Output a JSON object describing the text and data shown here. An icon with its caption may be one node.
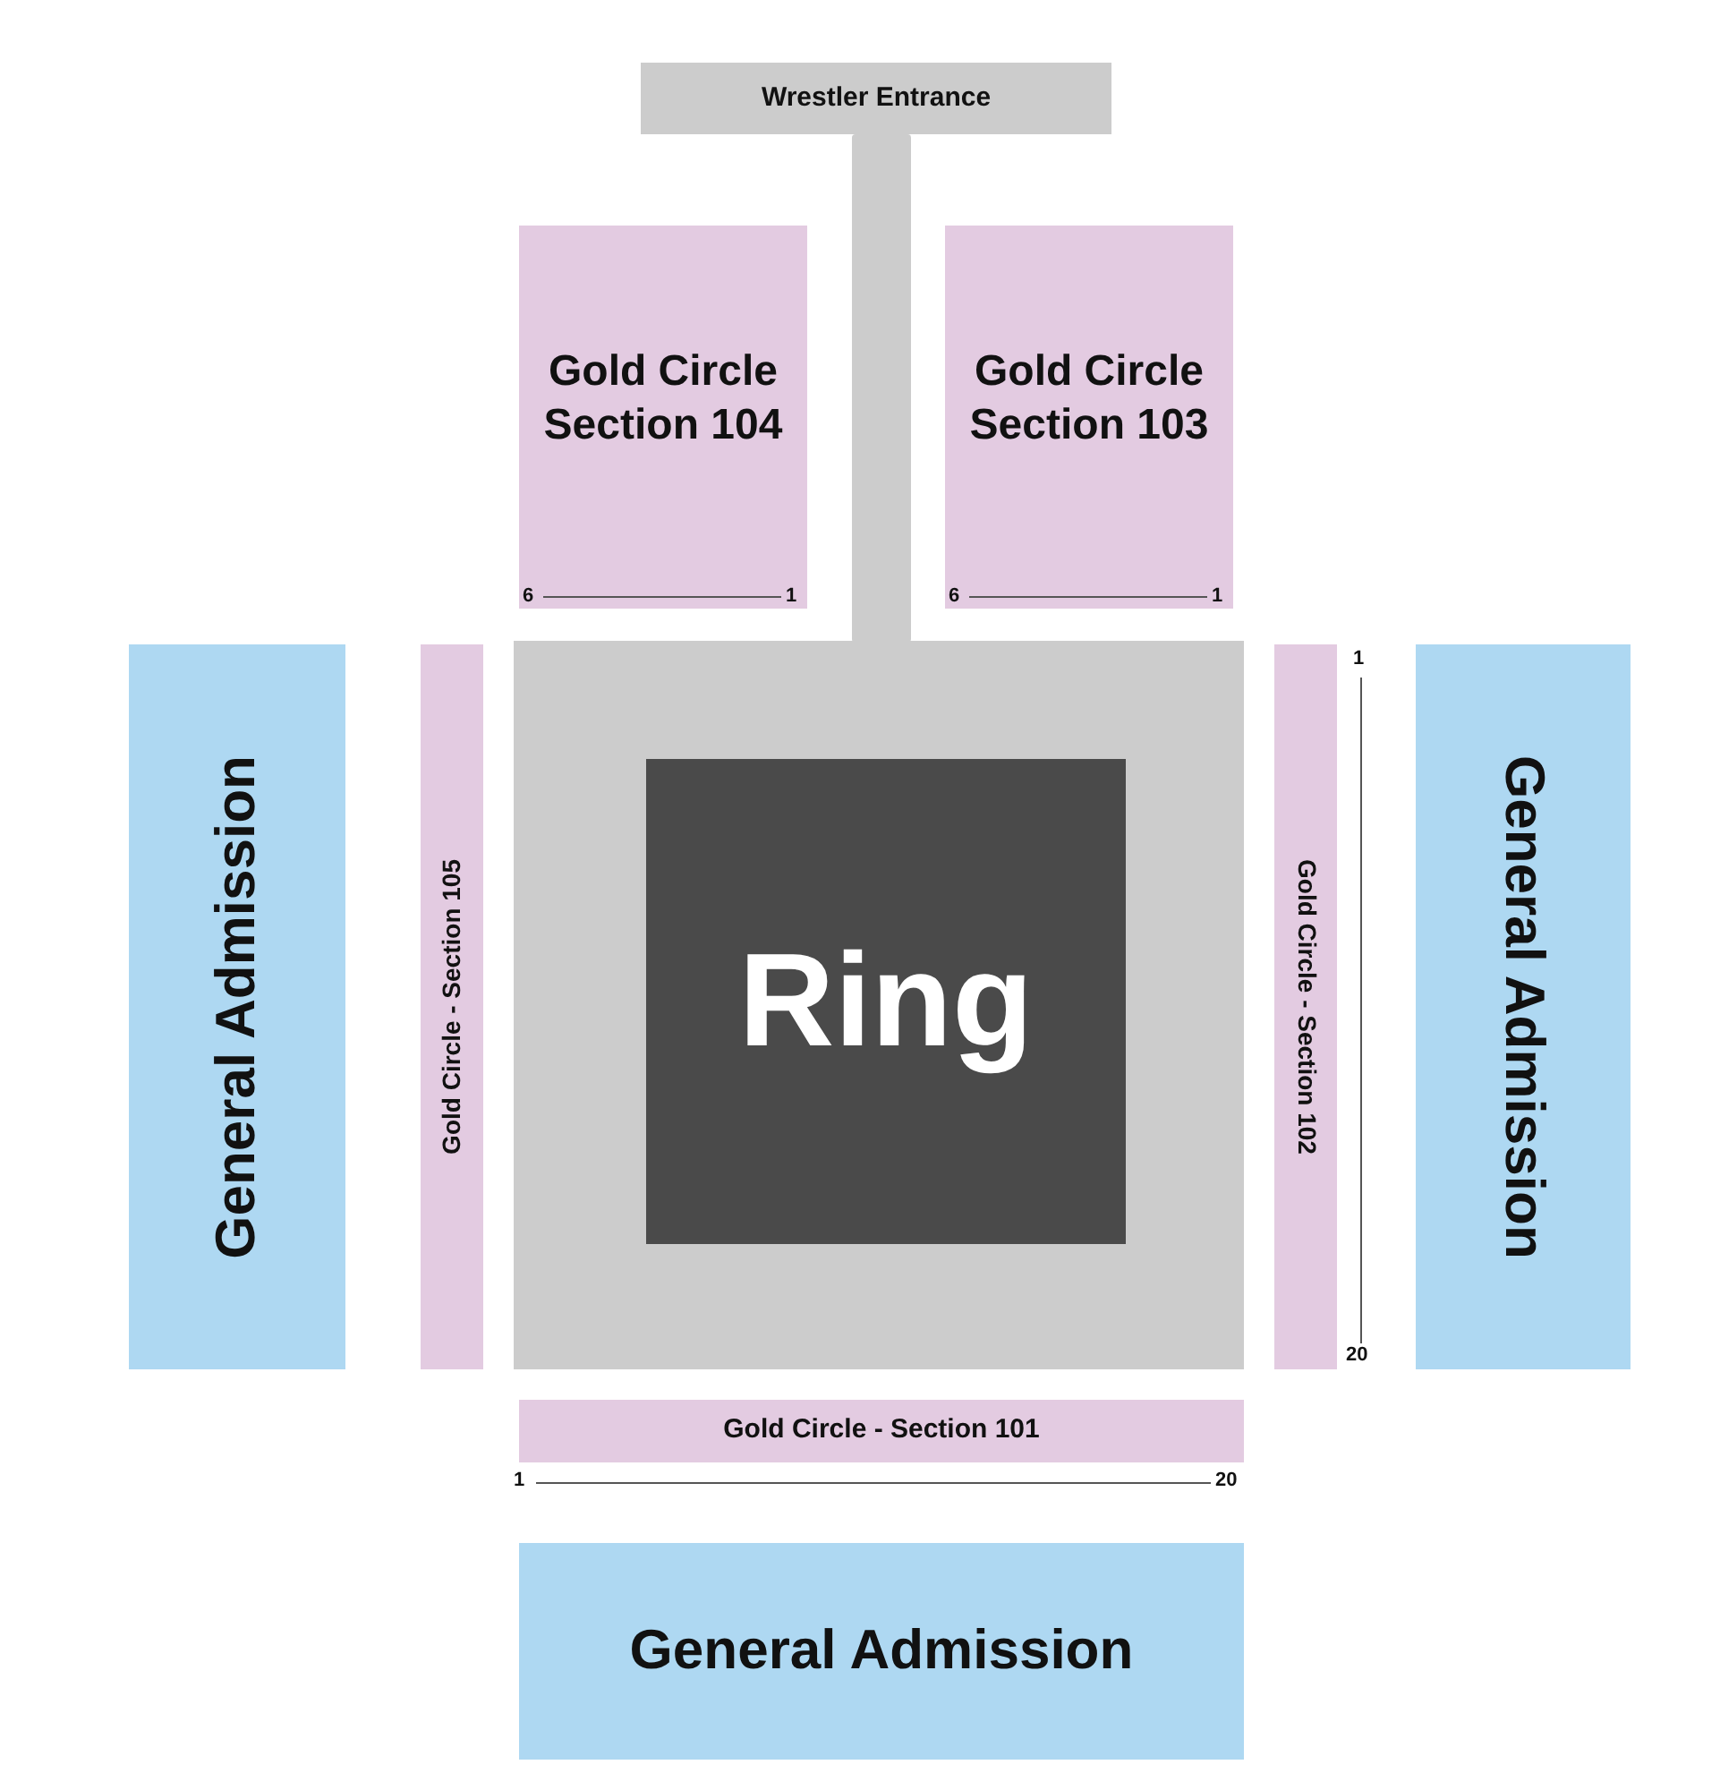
{
  "diagram": {
    "nodes": [
      {
        "text": [
          "Wrestler Entrance"
        ]
      },
      {
        "text": [],
        "shape": "bar"
      },
      {
        "text": [
          "Gold Circle Section 104"
        ]
      },
      {
        "text": [
          "Gold Circle Section 103"
        ]
      },
      {
        "text": [
          "General Admission"
        ]
      },
      {
        "text": [
          "Gold Circle - Section 105"
        ]
      },
      {
        "text": [],
        "shape": "box"
      },
      {
        "text": [
          "Ring"
        ],
        "in": 6
      },
      {
        "text": [
          "Gold Circle - Section 102"
        ]
      },
      {
        "text": [
          "General Admission"
        ]
      },
      {
        "text": [
          "Gold Circle - Section 101"
        ]
      },
      {
        "text": [
          "General Admission"
        ]
      }
    ],
    "labels": [
      "6",
      "1",
      "6",
      "1",
      "1",
      "20",
      "1",
      "20"
    ]
  }
}
